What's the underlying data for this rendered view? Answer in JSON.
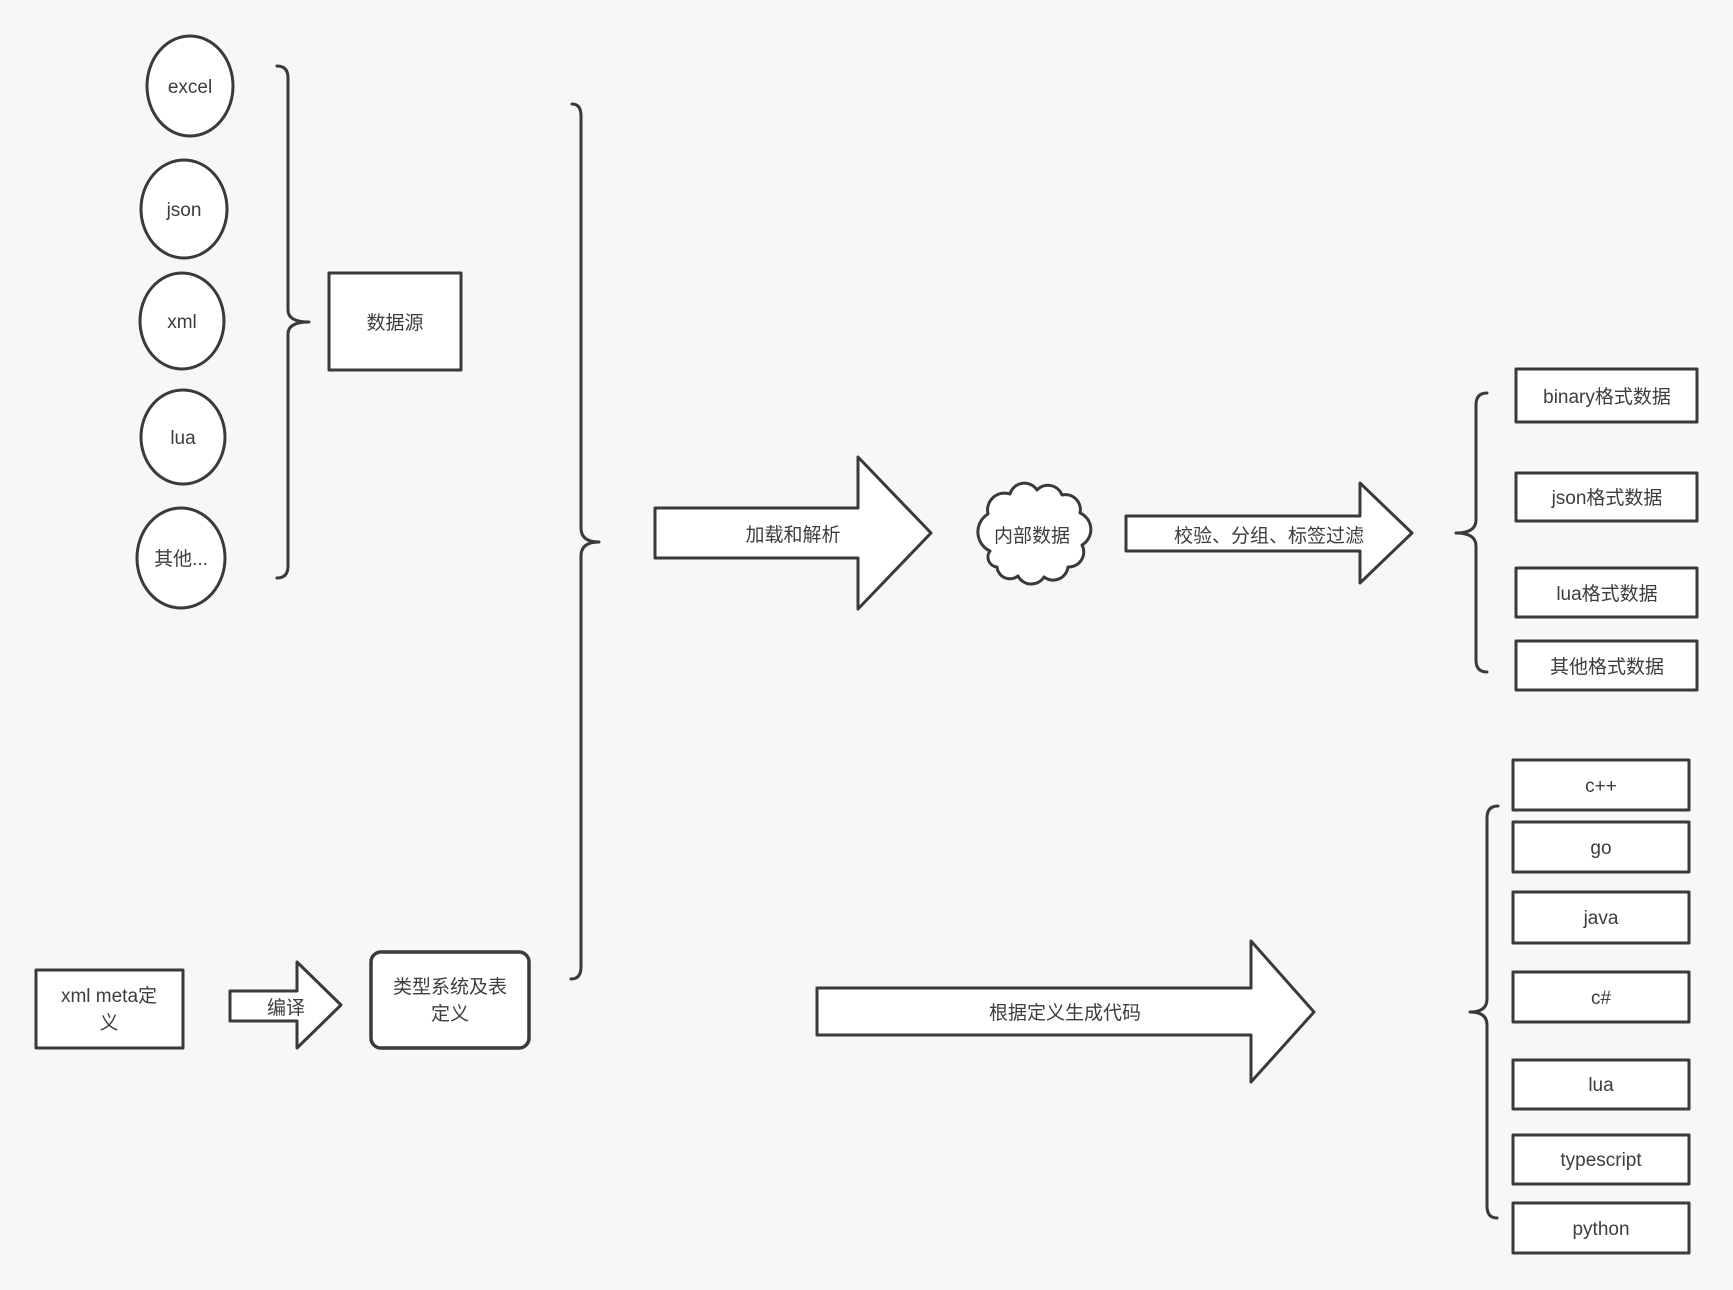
{
  "canvas": {
    "background": "#f7f7f7",
    "line_color": "#3a3a3a",
    "text_color": "#3d3d3d"
  },
  "sources": {
    "items": [
      "excel",
      "json",
      "xml",
      "lua",
      "其他..."
    ],
    "group_box_label": "数据源"
  },
  "pipeline": {
    "load_arrow_label": "加载和解析",
    "cloud_label": "内部数据",
    "filter_arrow_label": "校验、分组、标签过滤",
    "output_boxes": [
      "binary格式数据",
      "json格式数据",
      "lua格式数据",
      "其他格式数据"
    ]
  },
  "codegen": {
    "xml_meta_box_lines": [
      "xml meta定",
      "义"
    ],
    "compile_arrow_label": "编译",
    "type_system_box_lines": [
      "类型系统及表",
      "定义"
    ],
    "codegen_arrow_label": "根据定义生成代码",
    "language_boxes": [
      "c++",
      "go",
      "java",
      "c#",
      "lua",
      "typescript",
      "python"
    ]
  }
}
